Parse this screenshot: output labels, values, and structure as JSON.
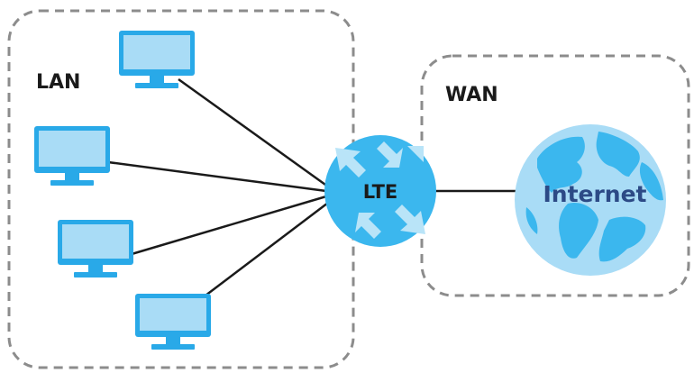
{
  "lan": {
    "label": "LAN",
    "device_count": 4
  },
  "wan": {
    "label": "WAN"
  },
  "router": {
    "label": "LTE",
    "icon": "router-arrows-icon"
  },
  "internet": {
    "label": "Internet",
    "icon": "globe-icon"
  },
  "colors": {
    "boundary": "#8c8c8c",
    "monitor_frame": "#29a9e8",
    "monitor_screen": "#a9dcf6",
    "router_fill": "#3bb7ee",
    "router_arrows": "#b9e4f8",
    "globe_ocean": "#a9dcf6",
    "globe_land": "#3bb7ee",
    "link": "#1a1a1a",
    "internet_text": "#2c4a86"
  }
}
